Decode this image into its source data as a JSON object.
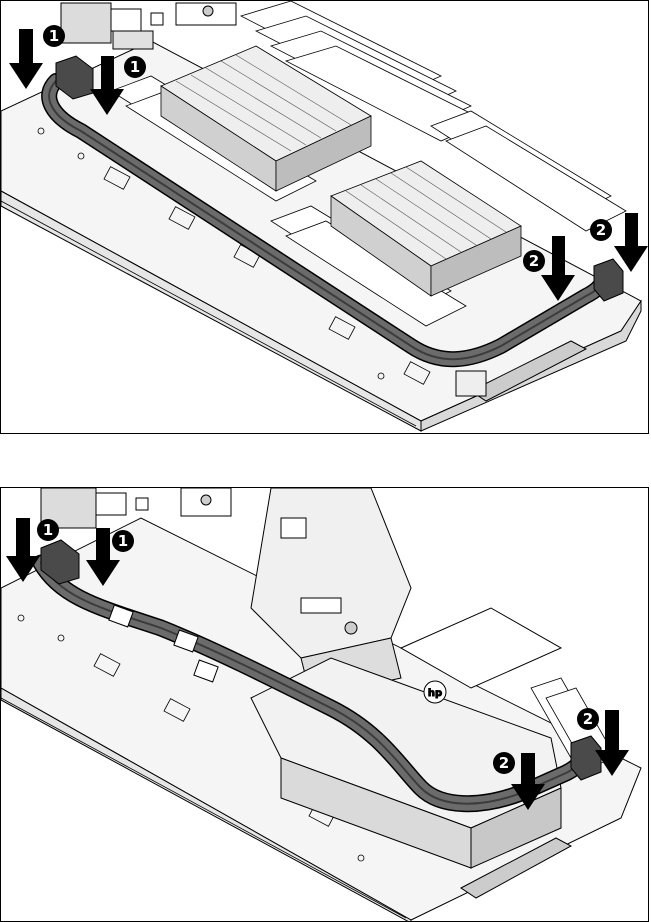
{
  "figure": {
    "panels": [
      {
        "id": "top",
        "description_label": "",
        "callouts": [
          {
            "label": "1",
            "icon": "down-arrow-icon"
          },
          {
            "label": "1",
            "icon": "down-arrow-icon"
          },
          {
            "label": "2",
            "icon": "down-arrow-icon"
          },
          {
            "label": "2",
            "icon": "down-arrow-icon"
          }
        ]
      },
      {
        "id": "bottom",
        "description_label": "",
        "callouts": [
          {
            "label": "1",
            "icon": "down-arrow-icon"
          },
          {
            "label": "1",
            "icon": "down-arrow-icon"
          },
          {
            "label": "2",
            "icon": "down-arrow-icon"
          },
          {
            "label": "2",
            "icon": "down-arrow-icon"
          }
        ]
      }
    ],
    "colors": {
      "line": "#000000",
      "cable": "#6b6b6b",
      "cable_dark": "#3c3c3c",
      "metal_light": "#f2f2f2",
      "metal_mid": "#d9d9d9",
      "callout_fill": "#000000"
    }
  }
}
